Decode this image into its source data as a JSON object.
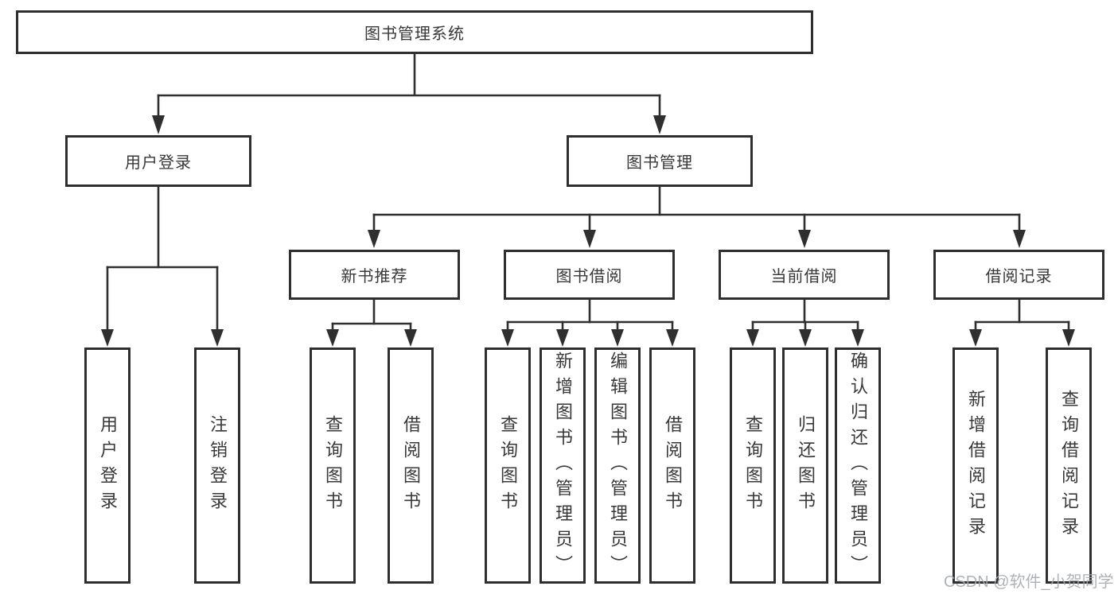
{
  "diagram": {
    "root": {
      "label": "图书管理系统",
      "children": [
        {
          "label": "用户登录",
          "children": [
            {
              "label": "用户登录"
            },
            {
              "label": "注销登录"
            }
          ]
        },
        {
          "label": "图书管理",
          "children": [
            {
              "label": "新书推荐",
              "children": [
                {
                  "label": "查询图书"
                },
                {
                  "label": "借阅图书"
                }
              ]
            },
            {
              "label": "图书借阅",
              "children": [
                {
                  "label": "查询图书"
                },
                {
                  "label": "新增图书（管理员）"
                },
                {
                  "label": "编辑图书（管理员）"
                },
                {
                  "label": "借阅图书"
                }
              ]
            },
            {
              "label": "当前借阅",
              "children": [
                {
                  "label": "查询图书"
                },
                {
                  "label": "归还图书"
                },
                {
                  "label": "确认归还（管理员）"
                }
              ]
            },
            {
              "label": "借阅记录",
              "children": [
                {
                  "label": "新增借阅记录"
                },
                {
                  "label": "查询借阅记录"
                }
              ]
            }
          ]
        }
      ]
    }
  },
  "watermark": {
    "text": "CSDN @软件_小贺同学"
  },
  "colors": {
    "line": "#2f2f2f",
    "box_border": "#2f2f2f",
    "text": "#383838",
    "watermark": "#a4a9ae",
    "background": "#ffffff"
  }
}
